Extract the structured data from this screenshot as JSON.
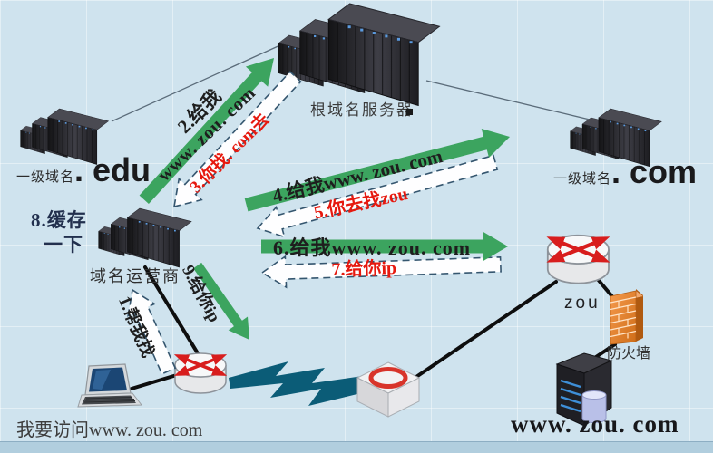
{
  "diagram": {
    "colors": {
      "green": "#3ca45f",
      "red": "#e6190f",
      "background": "#cfe3ee",
      "lightning": "#0b5c77",
      "firewall_orange": "#e0812c"
    },
    "nodes": {
      "root": {
        "label": "根域名服务器"
      },
      "tld_edu": {
        "prefix": "一级域名",
        "big": ". edu"
      },
      "tld_com": {
        "prefix": "一级域名",
        "big": ". com"
      },
      "operator": {
        "label": "域名运营商"
      },
      "cache_note": {
        "line1": "8.缓存",
        "line2": "一下"
      },
      "client": {
        "caption": "我要访问www. zou. com"
      },
      "zou_router": {
        "label": "zou"
      },
      "firewall": {
        "label": "防火墙"
      },
      "website": {
        "caption": "www. zou. com"
      }
    },
    "steps": {
      "s1": "1.帮我找",
      "s2_line1": "2.给我",
      "s2_line2": "www. zou. com",
      "s3": "3.你找. com去",
      "s4": "4.给我www. zou. com",
      "s5": "5.你去找zou",
      "s6": "6.给我www. zou. com",
      "s7": "7.给你ip",
      "s9": "9.给你ip"
    }
  }
}
